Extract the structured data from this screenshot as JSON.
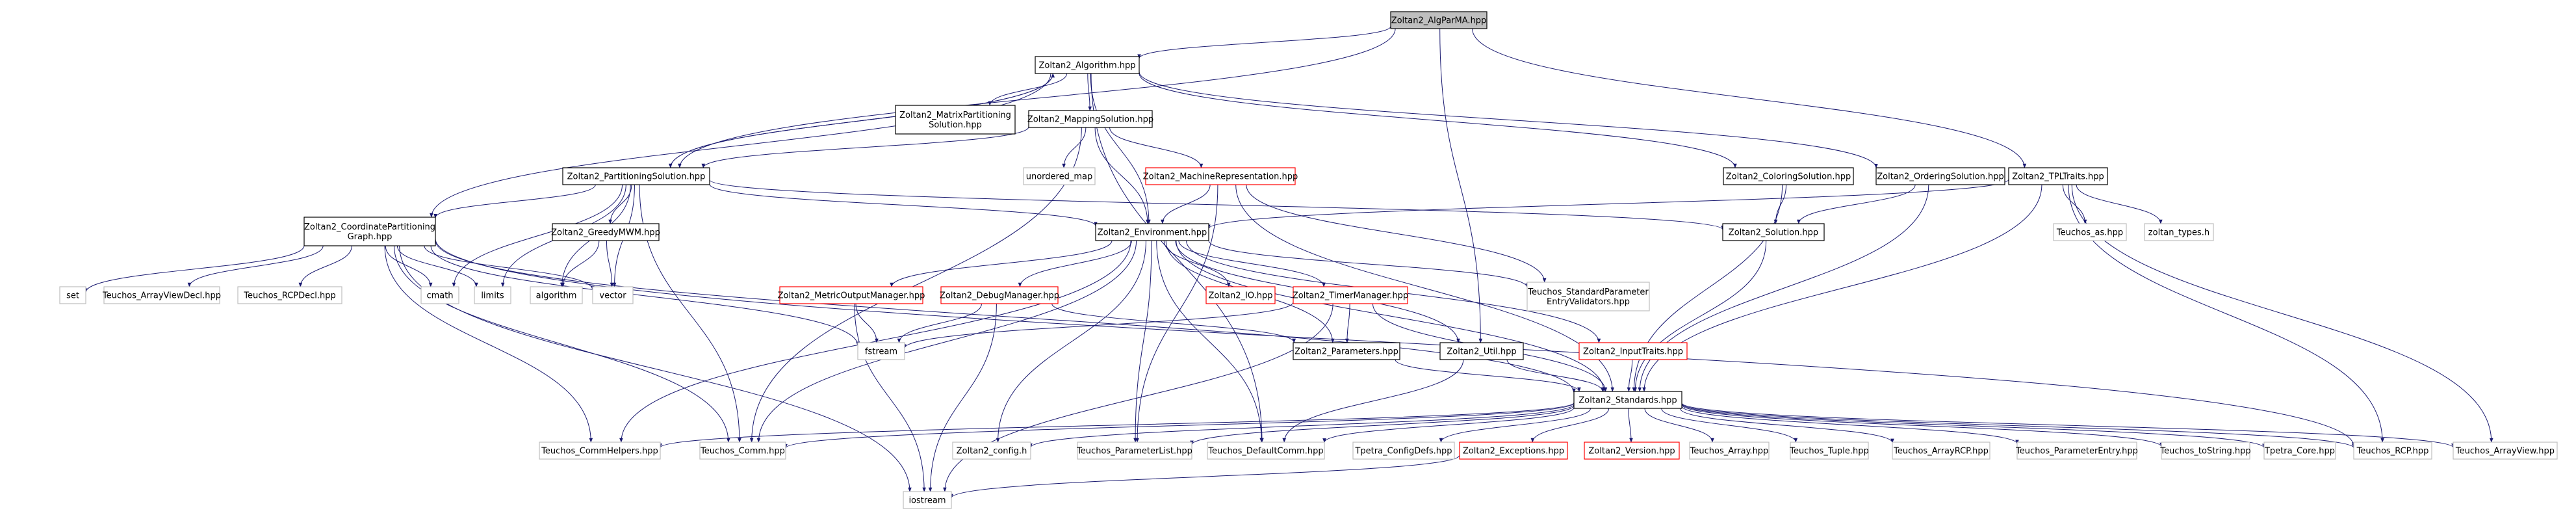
{
  "diagram": {
    "colors": {
      "edge": "#191970",
      "edge_stdlib": "#191970",
      "node_border_default": "#000000",
      "node_border_missing": "#ff0000",
      "node_border_external": "#bfbfbf",
      "node_fill_root": "#bfbfbf",
      "node_fill_default": "#ffffff"
    },
    "nodes": [
      {
        "id": "alg_parma",
        "label": "Zoltan2_AlgParMA.hpp",
        "style": "root"
      },
      {
        "id": "algorithm",
        "label": "Zoltan2_Algorithm.hpp",
        "style": "normal"
      },
      {
        "id": "matrix_part_sol",
        "label": "Zoltan2_MatrixPartitioning\nSolution.hpp",
        "style": "normal"
      },
      {
        "id": "mapping_sol",
        "label": "Zoltan2_MappingSolution.hpp",
        "style": "normal"
      },
      {
        "id": "unordered_map",
        "label": "unordered_map",
        "style": "external"
      },
      {
        "id": "machine_rep",
        "label": "Zoltan2_MachineRepresentation.hpp",
        "style": "missing"
      },
      {
        "id": "partitioning_sol",
        "label": "Zoltan2_PartitioningSolution.hpp",
        "style": "normal"
      },
      {
        "id": "coloring_sol",
        "label": "Zoltan2_ColoringSolution.hpp",
        "style": "normal"
      },
      {
        "id": "ordering_sol",
        "label": "Zoltan2_OrderingSolution.hpp",
        "style": "normal"
      },
      {
        "id": "tpl_traits",
        "label": "Zoltan2_TPLTraits.hpp",
        "style": "normal"
      },
      {
        "id": "coord_part_graph",
        "label": "Zoltan2_CoordinatePartitioning\nGraph.hpp",
        "style": "normal"
      },
      {
        "id": "greedy_mwm",
        "label": "Zoltan2_GreedyMWM.hpp",
        "style": "normal"
      },
      {
        "id": "environment",
        "label": "Zoltan2_Environment.hpp",
        "style": "normal"
      },
      {
        "id": "solution",
        "label": "Zoltan2_Solution.hpp",
        "style": "normal"
      },
      {
        "id": "teuchos_as",
        "label": "Teuchos_as.hpp",
        "style": "external"
      },
      {
        "id": "zoltan_types",
        "label": "zoltan_types.h",
        "style": "external"
      },
      {
        "id": "set",
        "label": "set",
        "style": "external"
      },
      {
        "id": "teuchos_arrayviewdecl",
        "label": "Teuchos_ArrayViewDecl.hpp",
        "style": "external"
      },
      {
        "id": "teuchos_rcpdecl",
        "label": "Teuchos_RCPDecl.hpp",
        "style": "external"
      },
      {
        "id": "cmath",
        "label": "cmath",
        "style": "external"
      },
      {
        "id": "limits",
        "label": "limits",
        "style": "external"
      },
      {
        "id": "algorithm_std",
        "label": "algorithm",
        "style": "external"
      },
      {
        "id": "vector",
        "label": "vector",
        "style": "external"
      },
      {
        "id": "teuchos_std_param",
        "label": "Teuchos_StandardParameter\nEntryValidators.hpp",
        "style": "external"
      },
      {
        "id": "metric_output_mgr",
        "label": "Zoltan2_MetricOutputManager.hpp",
        "style": "missing"
      },
      {
        "id": "debug_mgr",
        "label": "Zoltan2_DebugManager.hpp",
        "style": "missing"
      },
      {
        "id": "io",
        "label": "Zoltan2_IO.hpp",
        "style": "missing"
      },
      {
        "id": "timer_mgr",
        "label": "Zoltan2_TimerManager.hpp",
        "style": "missing"
      },
      {
        "id": "fstream",
        "label": "fstream",
        "style": "external"
      },
      {
        "id": "parameters",
        "label": "Zoltan2_Parameters.hpp",
        "style": "normal"
      },
      {
        "id": "util",
        "label": "Zoltan2_Util.hpp",
        "style": "normal"
      },
      {
        "id": "input_traits",
        "label": "Zoltan2_InputTraits.hpp",
        "style": "missing"
      },
      {
        "id": "standards",
        "label": "Zoltan2_Standards.hpp",
        "style": "normal"
      },
      {
        "id": "teuchos_commhelpers",
        "label": "Teuchos_CommHelpers.hpp",
        "style": "external"
      },
      {
        "id": "teuchos_comm",
        "label": "Teuchos_Comm.hpp",
        "style": "external"
      },
      {
        "id": "zoltan2_config",
        "label": "Zoltan2_config.h",
        "style": "external"
      },
      {
        "id": "teuchos_paramlist",
        "label": "Teuchos_ParameterList.hpp",
        "style": "external"
      },
      {
        "id": "teuchos_defaultcomm",
        "label": "Teuchos_DefaultComm.hpp",
        "style": "external"
      },
      {
        "id": "tpetra_configdefs",
        "label": "Tpetra_ConfigDefs.hpp",
        "style": "external"
      },
      {
        "id": "exceptions",
        "label": "Zoltan2_Exceptions.hpp",
        "style": "missing"
      },
      {
        "id": "version",
        "label": "Zoltan2_Version.hpp",
        "style": "missing"
      },
      {
        "id": "teuchos_array",
        "label": "Teuchos_Array.hpp",
        "style": "external"
      },
      {
        "id": "teuchos_tuple",
        "label": "Teuchos_Tuple.hpp",
        "style": "external"
      },
      {
        "id": "teuchos_arrayrcp",
        "label": "Teuchos_ArrayRCP.hpp",
        "style": "external"
      },
      {
        "id": "teuchos_paramentry",
        "label": "Teuchos_ParameterEntry.hpp",
        "style": "external"
      },
      {
        "id": "teuchos_tostring",
        "label": "Teuchos_toString.hpp",
        "style": "external"
      },
      {
        "id": "tpetra_core",
        "label": "Tpetra_Core.hpp",
        "style": "external"
      },
      {
        "id": "teuchos_rcp",
        "label": "Teuchos_RCP.hpp",
        "style": "external"
      },
      {
        "id": "teuchos_arrayview",
        "label": "Teuchos_ArrayView.hpp",
        "style": "external"
      },
      {
        "id": "iostream",
        "label": "iostream",
        "style": "external"
      }
    ],
    "edges": [
      [
        "alg_parma",
        "algorithm"
      ],
      [
        "alg_parma",
        "partitioning_sol"
      ],
      [
        "alg_parma",
        "tpl_traits"
      ],
      [
        "alg_parma",
        "util"
      ],
      [
        "algorithm",
        "matrix_part_sol"
      ],
      [
        "algorithm",
        "mapping_sol"
      ],
      [
        "algorithm",
        "partitioning_sol"
      ],
      [
        "algorithm",
        "coloring_sol"
      ],
      [
        "algorithm",
        "ordering_sol"
      ],
      [
        "algorithm",
        "environment"
      ],
      [
        "algorithm",
        "coord_part_graph"
      ],
      [
        "algorithm",
        "teuchos_defaultcomm"
      ],
      [
        "mapping_sol",
        "unordered_map"
      ],
      [
        "mapping_sol",
        "machine_rep"
      ],
      [
        "mapping_sol",
        "partitioning_sol"
      ],
      [
        "mapping_sol",
        "environment"
      ],
      [
        "mapping_sol",
        "teuchos_comm"
      ],
      [
        "machine_rep",
        "environment"
      ],
      [
        "machine_rep",
        "teuchos_std_param"
      ],
      [
        "machine_rep",
        "teuchos_paramlist"
      ],
      [
        "machine_rep",
        "standards"
      ],
      [
        "partitioning_sol",
        "algorithm"
      ],
      [
        "partitioning_sol",
        "coord_part_graph"
      ],
      [
        "partitioning_sol",
        "greedy_mwm"
      ],
      [
        "partitioning_sol",
        "environment"
      ],
      [
        "partitioning_sol",
        "solution"
      ],
      [
        "partitioning_sol",
        "cmath"
      ],
      [
        "partitioning_sol",
        "limits"
      ],
      [
        "partitioning_sol",
        "algorithm_std"
      ],
      [
        "partitioning_sol",
        "vector"
      ],
      [
        "partitioning_sol",
        "teuchos_comm"
      ],
      [
        "coloring_sol",
        "solution"
      ],
      [
        "coloring_sol",
        "standards"
      ],
      [
        "ordering_sol",
        "solution"
      ],
      [
        "ordering_sol",
        "standards"
      ],
      [
        "tpl_traits",
        "environment"
      ],
      [
        "tpl_traits",
        "teuchos_as"
      ],
      [
        "tpl_traits",
        "zoltan_types"
      ],
      [
        "tpl_traits",
        "standards"
      ],
      [
        "tpl_traits",
        "teuchos_rcp"
      ],
      [
        "tpl_traits",
        "teuchos_arrayview"
      ],
      [
        "coord_part_graph",
        "set"
      ],
      [
        "coord_part_graph",
        "teuchos_arrayviewdecl"
      ],
      [
        "coord_part_graph",
        "teuchos_rcpdecl"
      ],
      [
        "coord_part_graph",
        "cmath"
      ],
      [
        "coord_part_graph",
        "limits"
      ],
      [
        "coord_part_graph",
        "vector"
      ],
      [
        "coord_part_graph",
        "fstream"
      ],
      [
        "coord_part_graph",
        "standards"
      ],
      [
        "coord_part_graph",
        "teuchos_commhelpers"
      ],
      [
        "coord_part_graph",
        "teuchos_comm"
      ],
      [
        "coord_part_graph",
        "iostream"
      ],
      [
        "coord_part_graph",
        "teuchos_rcp"
      ],
      [
        "greedy_mwm",
        "algorithm_std"
      ],
      [
        "greedy_mwm",
        "vector"
      ],
      [
        "environment",
        "teuchos_std_param"
      ],
      [
        "environment",
        "metric_output_mgr"
      ],
      [
        "environment",
        "debug_mgr"
      ],
      [
        "environment",
        "io"
      ],
      [
        "environment",
        "timer_mgr"
      ],
      [
        "environment",
        "parameters"
      ],
      [
        "environment",
        "util"
      ],
      [
        "environment",
        "standards"
      ],
      [
        "environment",
        "teuchos_commhelpers"
      ],
      [
        "environment",
        "teuchos_comm"
      ],
      [
        "environment",
        "zoltan2_config"
      ],
      [
        "environment",
        "teuchos_paramlist"
      ],
      [
        "environment",
        "teuchos_defaultcomm"
      ],
      [
        "environment",
        "input_traits"
      ],
      [
        "solution",
        "standards"
      ],
      [
        "metric_output_mgr",
        "fstream"
      ],
      [
        "metric_output_mgr",
        "iostream"
      ],
      [
        "debug_mgr",
        "fstream"
      ],
      [
        "debug_mgr",
        "iostream"
      ],
      [
        "debug_mgr",
        "parameters"
      ],
      [
        "timer_mgr",
        "fstream"
      ],
      [
        "timer_mgr",
        "parameters"
      ],
      [
        "timer_mgr",
        "standards"
      ],
      [
        "timer_mgr",
        "iostream"
      ],
      [
        "parameters",
        "standards"
      ],
      [
        "util",
        "standards"
      ],
      [
        "util",
        "teuchos_defaultcomm"
      ],
      [
        "input_traits",
        "standards"
      ],
      [
        "standards",
        "teuchos_commhelpers"
      ],
      [
        "standards",
        "teuchos_comm"
      ],
      [
        "standards",
        "zoltan2_config"
      ],
      [
        "standards",
        "teuchos_paramlist"
      ],
      [
        "standards",
        "teuchos_defaultcomm"
      ],
      [
        "standards",
        "tpetra_configdefs"
      ],
      [
        "standards",
        "exceptions"
      ],
      [
        "standards",
        "version"
      ],
      [
        "standards",
        "teuchos_array"
      ],
      [
        "standards",
        "teuchos_tuple"
      ],
      [
        "standards",
        "teuchos_arrayrcp"
      ],
      [
        "standards",
        "teuchos_paramentry"
      ],
      [
        "standards",
        "teuchos_tostring"
      ],
      [
        "standards",
        "tpetra_core"
      ],
      [
        "standards",
        "teuchos_rcp"
      ],
      [
        "standards",
        "teuchos_arrayview"
      ],
      [
        "exceptions",
        "iostream"
      ]
    ]
  }
}
